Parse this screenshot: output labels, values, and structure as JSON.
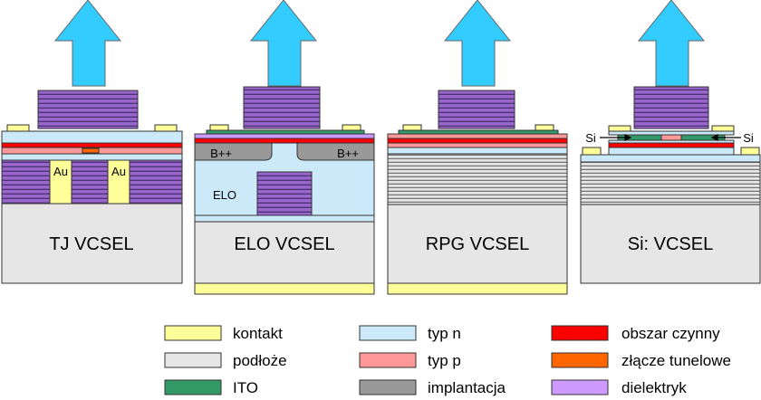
{
  "colors": {
    "contact": "#ffff99",
    "substrate": "#e6e6e6",
    "ito": "#339966",
    "ntype": "#cce9fa",
    "ptype": "#ff9999",
    "implant": "#999999",
    "active": "#ff0000",
    "tunnel": "#ff6600",
    "dielectric": "#9966cc",
    "arrow": "#33ccff"
  },
  "devices": [
    {
      "caption": "TJ VCSEL",
      "labels": [
        "Au",
        "Au"
      ]
    },
    {
      "caption": "ELO VCSEL",
      "labels": [
        "B++",
        "B++",
        "ELO"
      ]
    },
    {
      "caption": "RPG VCSEL",
      "labels": []
    },
    {
      "caption": "Si: VCSEL",
      "labels": [
        "Si",
        "Si"
      ]
    }
  ],
  "legend": [
    {
      "label": "kontakt",
      "color": "#ffff99"
    },
    {
      "label": "typ n",
      "color": "#cce9fa"
    },
    {
      "label": "obszar czynny",
      "color": "#ff0000"
    },
    {
      "label": "podłoże",
      "color": "#e6e6e6"
    },
    {
      "label": "typ p",
      "color": "#ff9999"
    },
    {
      "label": "złącze tunelowe",
      "color": "#ff6600"
    },
    {
      "label": "ITO",
      "color": "#339966"
    },
    {
      "label": "implantacja",
      "color": "#999999"
    },
    {
      "label": "dielektryk",
      "color": "#cc99ff"
    }
  ]
}
